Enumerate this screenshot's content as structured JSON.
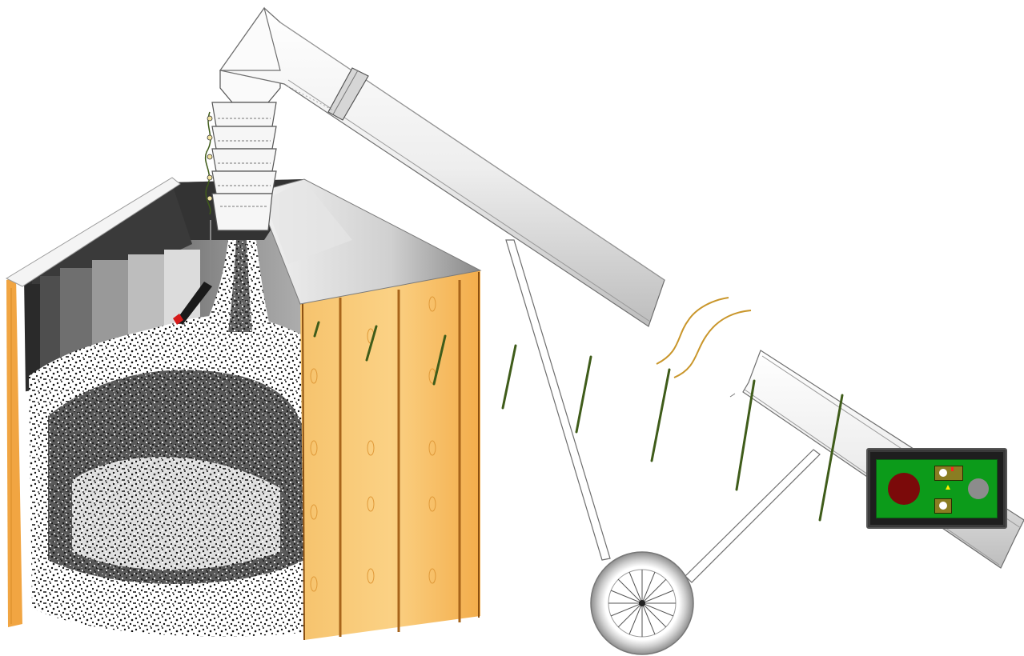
{
  "scene": {
    "description_items": [
      "grain-bin",
      "hopper-spout",
      "auger-conveyor",
      "transport-wheel",
      "grain-stream",
      "control-panel"
    ]
  },
  "colors": {
    "bin_wood": "#f7b85a",
    "bin_wood_dark": "#d98e28",
    "auger_metal": "#f2f2f2",
    "auger_outline": "#6e6e6e",
    "grain": "#111111",
    "spring_green": "#3f5c1a",
    "panel_board": "#0c9b1a",
    "panel_frame": "#1e1e1e",
    "stop_button": "#7b0a0a",
    "switch_body": "#8a7d22",
    "knob_gray": "#8c8c8c",
    "vibration_line": "#c9962b"
  },
  "icons": {
    "stop": "red-circle-stop-icon",
    "switch_on": "toggle-switch-icon",
    "indicator_light": "red-indicator-icon",
    "direction_arrow": "yellow-arrow-icon",
    "speed_knob": "gray-knob-icon"
  }
}
